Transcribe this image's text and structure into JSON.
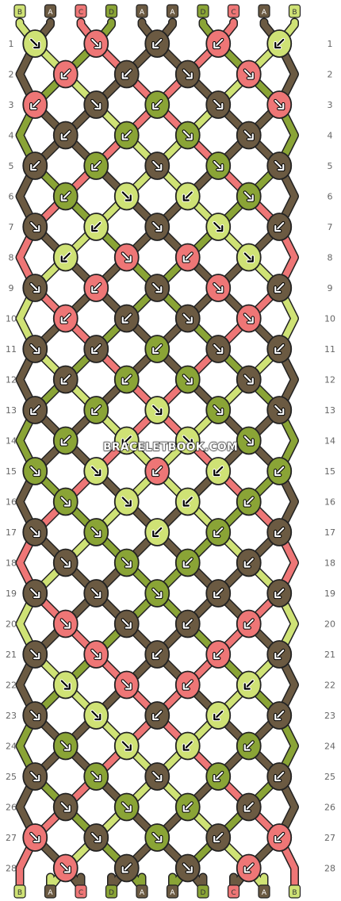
{
  "watermark": "BRACELETBOOK.COM",
  "colors": {
    "A": "#6b5a42",
    "B": "#cfe275",
    "C": "#ee7676",
    "D": "#8aa436"
  },
  "color_names": {
    "A": "dark-brown",
    "B": "light-lime",
    "C": "salmon-pink",
    "D": "olive-green"
  },
  "outline_color": "#222222",
  "row_label_color": "#666666",
  "strands_top": [
    "B",
    "A",
    "C",
    "D",
    "A",
    "A",
    "D",
    "C",
    "A",
    "B"
  ],
  "strands_bottom": [
    "B",
    "A",
    "C",
    "D",
    "A",
    "A",
    "D",
    "C",
    "A",
    "B"
  ],
  "row_numbers": [
    "1",
    "2",
    "3",
    "4",
    "5",
    "6",
    "7",
    "8",
    "9",
    "10",
    "11",
    "12",
    "13",
    "14",
    "15",
    "16",
    "17",
    "18",
    "19",
    "20",
    "21",
    "22",
    "23",
    "24",
    "25",
    "26",
    "27",
    "28"
  ],
  "knot_icons": {
    "R": "arrow-down-right-icon",
    "L": "arrow-down-left-icon",
    "RL": "forward-backward-icon",
    "LR": "backward-forward-icon"
  },
  "knot_rows": [
    [
      {
        "color": "B",
        "dir": "R"
      },
      {
        "color": "C",
        "dir": "R"
      },
      {
        "color": "A",
        "dir": "L"
      },
      {
        "color": "C",
        "dir": "L"
      },
      {
        "color": "B",
        "dir": "L"
      }
    ],
    [
      {
        "color": "C",
        "dir": "L"
      },
      {
        "color": "A",
        "dir": "L"
      },
      {
        "color": "A",
        "dir": "R"
      },
      {
        "color": "C",
        "dir": "R"
      }
    ],
    [
      {
        "color": "C",
        "dir": "L"
      },
      {
        "color": "A",
        "dir": "R"
      },
      {
        "color": "D",
        "dir": "L"
      },
      {
        "color": "A",
        "dir": "R"
      },
      {
        "color": "C",
        "dir": "R"
      }
    ],
    [
      {
        "color": "A",
        "dir": "L"
      },
      {
        "color": "D",
        "dir": "L"
      },
      {
        "color": "D",
        "dir": "R"
      },
      {
        "color": "A",
        "dir": "R"
      }
    ],
    [
      {
        "color": "A",
        "dir": "L"
      },
      {
        "color": "D",
        "dir": "L"
      },
      {
        "color": "A",
        "dir": "R"
      },
      {
        "color": "D",
        "dir": "R"
      },
      {
        "color": "A",
        "dir": "R"
      }
    ],
    [
      {
        "color": "D",
        "dir": "L"
      },
      {
        "color": "B",
        "dir": "RL"
      },
      {
        "color": "B",
        "dir": "LR"
      },
      {
        "color": "D",
        "dir": "R"
      }
    ],
    [
      {
        "color": "A",
        "dir": "R"
      },
      {
        "color": "B",
        "dir": "L"
      },
      {
        "color": "A",
        "dir": "R"
      },
      {
        "color": "B",
        "dir": "R"
      },
      {
        "color": "A",
        "dir": "L"
      }
    ],
    [
      {
        "color": "B",
        "dir": "L"
      },
      {
        "color": "C",
        "dir": "RL"
      },
      {
        "color": "C",
        "dir": "LR"
      },
      {
        "color": "B",
        "dir": "R"
      }
    ],
    [
      {
        "color": "A",
        "dir": "R"
      },
      {
        "color": "C",
        "dir": "L"
      },
      {
        "color": "A",
        "dir": "R"
      },
      {
        "color": "C",
        "dir": "R"
      },
      {
        "color": "A",
        "dir": "L"
      }
    ],
    [
      {
        "color": "C",
        "dir": "L"
      },
      {
        "color": "A",
        "dir": "L"
      },
      {
        "color": "A",
        "dir": "R"
      },
      {
        "color": "C",
        "dir": "R"
      }
    ],
    [
      {
        "color": "A",
        "dir": "R"
      },
      {
        "color": "A",
        "dir": "L"
      },
      {
        "color": "D",
        "dir": "L"
      },
      {
        "color": "A",
        "dir": "R"
      },
      {
        "color": "A",
        "dir": "L"
      }
    ],
    [
      {
        "color": "A",
        "dir": "L"
      },
      {
        "color": "D",
        "dir": "L"
      },
      {
        "color": "D",
        "dir": "R"
      },
      {
        "color": "A",
        "dir": "R"
      }
    ],
    [
      {
        "color": "A",
        "dir": "L"
      },
      {
        "color": "D",
        "dir": "L"
      },
      {
        "color": "B",
        "dir": "R"
      },
      {
        "color": "D",
        "dir": "R"
      },
      {
        "color": "A",
        "dir": "R"
      }
    ],
    [
      {
        "color": "D",
        "dir": "L"
      },
      {
        "color": "B",
        "dir": "L"
      },
      {
        "color": "B",
        "dir": "R"
      },
      {
        "color": "D",
        "dir": "R"
      }
    ],
    [
      {
        "color": "D",
        "dir": "R"
      },
      {
        "color": "B",
        "dir": "R"
      },
      {
        "color": "C",
        "dir": "L"
      },
      {
        "color": "B",
        "dir": "L"
      },
      {
        "color": "D",
        "dir": "L"
      }
    ],
    [
      {
        "color": "D",
        "dir": "R"
      },
      {
        "color": "B",
        "dir": "R"
      },
      {
        "color": "B",
        "dir": "L"
      },
      {
        "color": "D",
        "dir": "L"
      }
    ],
    [
      {
        "color": "A",
        "dir": "R"
      },
      {
        "color": "D",
        "dir": "R"
      },
      {
        "color": "B",
        "dir": "L"
      },
      {
        "color": "D",
        "dir": "L"
      },
      {
        "color": "A",
        "dir": "L"
      }
    ],
    [
      {
        "color": "A",
        "dir": "R"
      },
      {
        "color": "D",
        "dir": "R"
      },
      {
        "color": "D",
        "dir": "L"
      },
      {
        "color": "A",
        "dir": "L"
      }
    ],
    [
      {
        "color": "A",
        "dir": "R"
      },
      {
        "color": "A",
        "dir": "R"
      },
      {
        "color": "D",
        "dir": "R"
      },
      {
        "color": "A",
        "dir": "L"
      },
      {
        "color": "A",
        "dir": "L"
      }
    ],
    [
      {
        "color": "C",
        "dir": "R"
      },
      {
        "color": "A",
        "dir": "R"
      },
      {
        "color": "A",
        "dir": "L"
      },
      {
        "color": "C",
        "dir": "L"
      }
    ],
    [
      {
        "color": "A",
        "dir": "R"
      },
      {
        "color": "C",
        "dir": "R"
      },
      {
        "color": "A",
        "dir": "L"
      },
      {
        "color": "C",
        "dir": "L"
      },
      {
        "color": "A",
        "dir": "L"
      }
    ],
    [
      {
        "color": "B",
        "dir": "R"
      },
      {
        "color": "C",
        "dir": "RL"
      },
      {
        "color": "C",
        "dir": "LR"
      },
      {
        "color": "B",
        "dir": "L"
      }
    ],
    [
      {
        "color": "A",
        "dir": "R"
      },
      {
        "color": "B",
        "dir": "R"
      },
      {
        "color": "A",
        "dir": "L"
      },
      {
        "color": "B",
        "dir": "L"
      },
      {
        "color": "A",
        "dir": "L"
      }
    ],
    [
      {
        "color": "D",
        "dir": "R"
      },
      {
        "color": "B",
        "dir": "RL"
      },
      {
        "color": "B",
        "dir": "LR"
      },
      {
        "color": "D",
        "dir": "L"
      }
    ],
    [
      {
        "color": "A",
        "dir": "R"
      },
      {
        "color": "D",
        "dir": "R"
      },
      {
        "color": "A",
        "dir": "R"
      },
      {
        "color": "D",
        "dir": "L"
      },
      {
        "color": "A",
        "dir": "L"
      }
    ],
    [
      {
        "color": "A",
        "dir": "R"
      },
      {
        "color": "D",
        "dir": "R"
      },
      {
        "color": "D",
        "dir": "L"
      },
      {
        "color": "A",
        "dir": "L"
      }
    ],
    [
      {
        "color": "C",
        "dir": "R"
      },
      {
        "color": "A",
        "dir": "R"
      },
      {
        "color": "D",
        "dir": "R"
      },
      {
        "color": "A",
        "dir": "L"
      },
      {
        "color": "C",
        "dir": "L"
      }
    ],
    [
      {
        "color": "C",
        "dir": "R"
      },
      {
        "color": "A",
        "dir": "L"
      },
      {
        "color": "A",
        "dir": "R"
      },
      {
        "color": "C",
        "dir": "L"
      }
    ]
  ]
}
